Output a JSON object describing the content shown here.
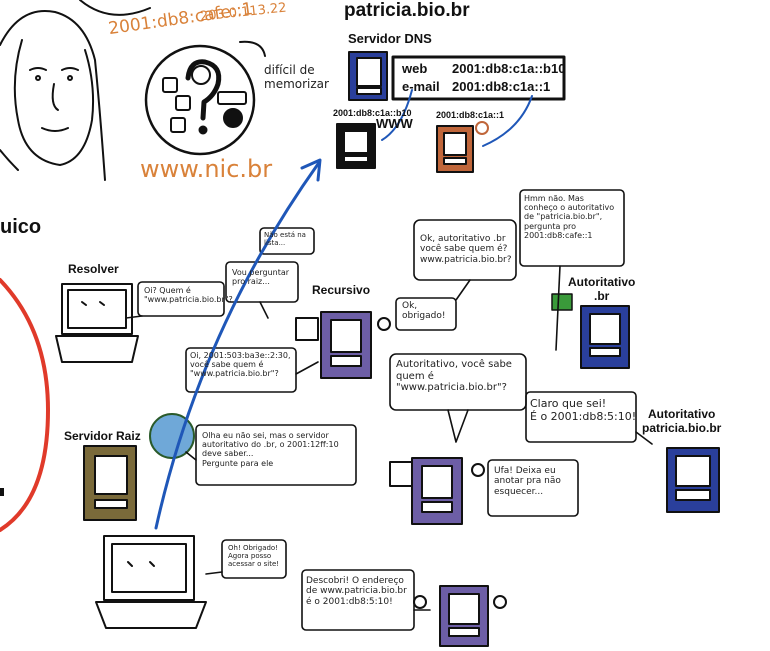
{
  "colors": {
    "ink": "#111111",
    "orange": "#d9823a",
    "server_blue": "#2a3f9b",
    "server_purple": "#6d5ea6",
    "server_brown": "#7a6a3a",
    "server_orange": "#c0663a",
    "arrow_blue": "#1f57b8",
    "red_circle": "#e03a2a"
  },
  "icons": [
    "woman-face-icon",
    "question-mark-icon",
    "linkedin-icon",
    "facebook-icon",
    "twitter-icon",
    "youtube-icon",
    "at-sign-icon",
    "globe-icon",
    "laptop-icon",
    "server-icon",
    "magnifier-icon",
    "notepad-icon",
    "brazil-flag-icon"
  ],
  "top": {
    "ipv6_address": "2001:db8:cafe::1",
    "ipv4_address": "203.0.113.22",
    "hard_to_remember": "difícil de\nmemorizar",
    "site_url": "www.nic.br",
    "domain_title": "patricia.bio.br",
    "partial_left_title": "uico"
  },
  "dns": {
    "title": "Servidor DNS",
    "records": [
      {
        "name": "web",
        "value": "2001:db8:c1a::b10"
      },
      {
        "name": "e-mail",
        "value": "2001:db8:c1a::1"
      }
    ],
    "web_server_label": "2001:db8:c1a::b10",
    "www_label": "WWW",
    "mail_server_label": "2001:db8:c1a::1"
  },
  "actors": {
    "resolver": "Resolver",
    "recursive": "Recursivo",
    "root": "Servidor Raiz",
    "br_auth": "Autoritativo\n.br",
    "domain_auth": "Autoritativo\npatricia.bio.br"
  },
  "bubbles": {
    "resolver_question": "Oi? Quem é\n\"www.patricia.bio.br\"?",
    "not_in_list": "Não está na\nlista...",
    "ask_root": "Vou perguntar\npro raiz...",
    "recursive_to_root": "Oi, 2001:503:ba3e::2:30,\nvocê sabe quem é\n\"www.patricia.bio.br\"?",
    "root_reply": "Olha eu não sei, mas o servidor\nautoritativo do .br, o 2001:12ff:10\ndeve saber...\nPergunte para ele",
    "recursive_to_br": "Ok, autoritativo .br\nvocê sabe quem é?\nwww.patricia.bio.br?",
    "thanks": "Ok,\nobrigado!",
    "br_reply": "Hmm não. Mas\nconheço o autoritativo\nde \"patricia.bio.br\",\npergunta pro\n2001:db8:cafe::1",
    "recursive_to_domain": "Autoritativo, você sabe\nquem é\n\"www.patricia.bio.br\"?",
    "domain_reply": "Claro que sei!\nÉ o 2001:db8:5:10!",
    "take_note": "Ufa! Deixa eu\nanotar pra não\nesquecer...",
    "discovered": "Descobri! O endereço\nde www.patricia.bio.br\né o 2001:db8:5:10!",
    "final_thanks": "Oh! Obrigado!\nAgora posso\nacessar o site!"
  }
}
